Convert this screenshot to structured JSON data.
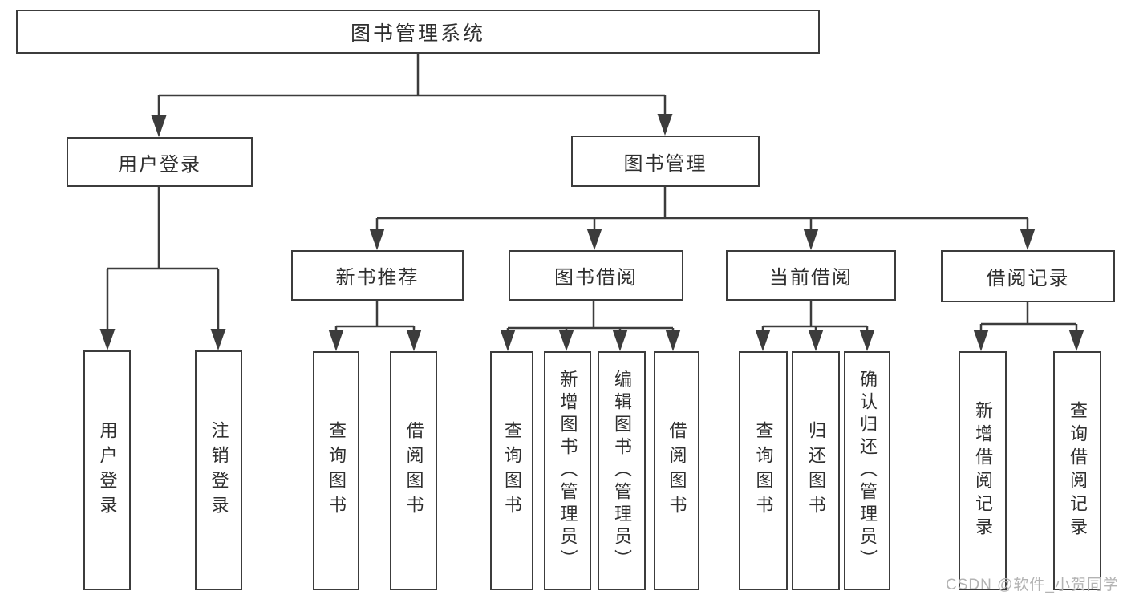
{
  "diagram_type": "hierarchy-tree",
  "colors": {
    "background": "#ffffff",
    "line": "#3c3c3c",
    "box_border": "#3c3c3c",
    "text": "#2f2f2f",
    "watermark": "#b3b3b3"
  },
  "tree": {
    "root": {
      "label": "图书管理系统",
      "children": [
        {
          "label": "用户登录",
          "children": [
            {
              "label": "用户登录"
            },
            {
              "label": "注销登录"
            }
          ]
        },
        {
          "label": "图书管理",
          "children": [
            {
              "label": "新书推荐",
              "children": [
                {
                  "label": "查询图书"
                },
                {
                  "label": "借阅图书"
                }
              ]
            },
            {
              "label": "图书借阅",
              "children": [
                {
                  "label": "查询图书"
                },
                {
                  "label": "新增图书（管理员）"
                },
                {
                  "label": "编辑图书（管理员）"
                },
                {
                  "label": "借阅图书"
                }
              ]
            },
            {
              "label": "当前借阅",
              "children": [
                {
                  "label": "查询图书"
                },
                {
                  "label": "归还图书"
                },
                {
                  "label": "确认归还（管理员）"
                }
              ]
            },
            {
              "label": "借阅记录",
              "children": [
                {
                  "label": "新增借阅记录"
                },
                {
                  "label": "查询借阅记录"
                }
              ]
            }
          ]
        }
      ]
    }
  },
  "watermark": "CSDN @软件_小贺同学"
}
